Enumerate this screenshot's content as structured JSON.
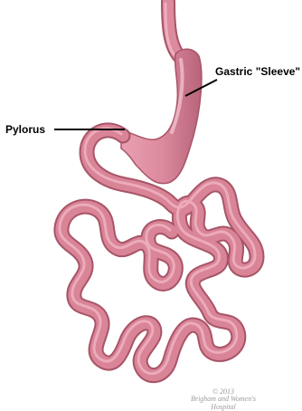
{
  "labels": {
    "sleeve": "Gastric \"Sleeve\"",
    "pylorus": "Pylorus"
  },
  "credit": {
    "year": "© 2013",
    "org": "Brigham and Women's Hospital"
  },
  "colors": {
    "tissue": "#d98497",
    "tissue_dark": "#a85467",
    "tissue_light": "#f2b8c5",
    "pointer": "#000000"
  }
}
